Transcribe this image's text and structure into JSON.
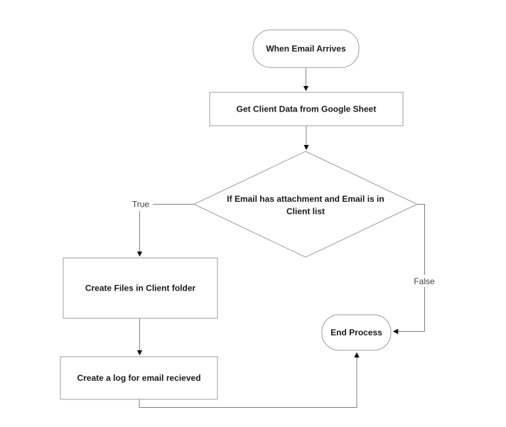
{
  "diagram": {
    "type": "flowchart",
    "nodes": {
      "start": {
        "shape": "terminator",
        "label": "When Email Arrives"
      },
      "get_client_data": {
        "shape": "process",
        "label": "Get Client Data from Google Sheet"
      },
      "decision": {
        "shape": "decision",
        "lines": [
          "If Email has attachment and Email is in",
          "Client list"
        ]
      },
      "create_files": {
        "shape": "process",
        "label": "Create Files in Client folder"
      },
      "create_log": {
        "shape": "process",
        "label": "Create a log for email recieved"
      },
      "end": {
        "shape": "terminator",
        "label": "End Process"
      }
    },
    "edge_labels": {
      "true_branch": "True",
      "false_branch": "False"
    },
    "colors": {
      "shape_stroke": "#9c9c9c",
      "connector": "#7f7f7f",
      "arrowhead": "#111111",
      "node_text": "#1a1a1a",
      "edge_label_text": "#3d3d3d",
      "background": "#ffffff"
    }
  }
}
